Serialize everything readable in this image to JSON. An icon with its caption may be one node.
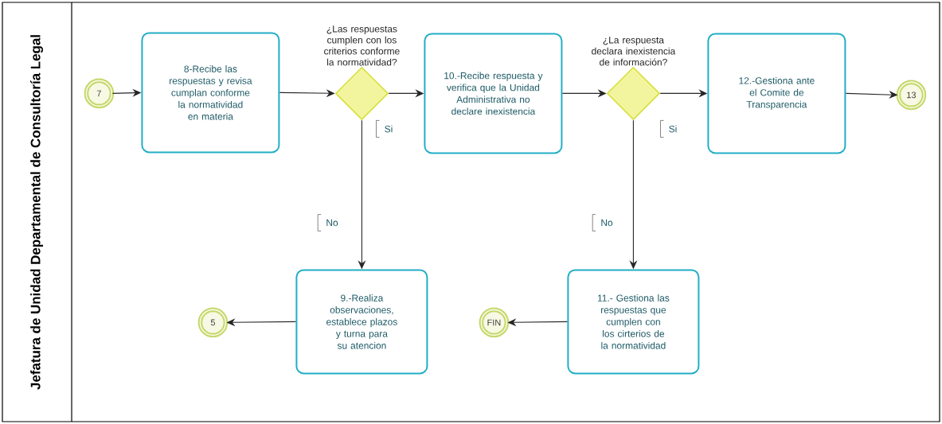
{
  "diagram": {
    "nodes": [
      {
        "text": [
          "Jefatura de Unidad Departamental de Consultoría Legal"
        ]
      },
      {
        "text": [
          "7"
        ],
        "in": 0
      },
      {
        "text": [
          "8-Recibe las respuestas y revisa cumplan conforme la normatividad en materia"
        ],
        "in": 0
      },
      {
        "text": [
          "¿Las respuestas cumplen con los criterios conforme la normatividad?"
        ],
        "in": 0
      },
      {
        "text": [
          "10.-Recibe respuesta y verifica que la Unidad Administrativa no declare inexistencia"
        ],
        "in": 0
      },
      {
        "text": [
          "¿La respuesta declara inexistencia de información?"
        ],
        "in": 0
      },
      {
        "text": [
          "12.-Gestiona ante el Comite de Transparencia"
        ],
        "in": 0
      },
      {
        "text": [
          "13"
        ],
        "in": 0
      },
      {
        "text": [
          "9.-Realiza observaciones, establece plazos y turna para su atencion"
        ],
        "in": 0
      },
      {
        "text": [
          "5"
        ],
        "in": 0
      },
      {
        "text": [
          "11.- Gestiona las respuestas que cumplen con los cirterios de la normatividad"
        ],
        "in": 0
      },
      {
        "text": [
          "FIN"
        ],
        "in": 0
      }
    ],
    "edges": [
      {
        "from": 1,
        "to": 2,
        "arrow": "to"
      },
      {
        "from": 2,
        "to": 3,
        "arrow": "to"
      },
      {
        "from": 3,
        "to": 4,
        "arrow": "to",
        "label": "Si"
      },
      {
        "from": 3,
        "to": 8,
        "arrow": "to",
        "label": "No"
      },
      {
        "from": 4,
        "to": 5,
        "arrow": "to"
      },
      {
        "from": 5,
        "to": 6,
        "arrow": "to",
        "label": "Si"
      },
      {
        "from": 5,
        "to": 10,
        "arrow": "to",
        "label": "No"
      },
      {
        "from": 6,
        "to": 7,
        "arrow": "to"
      },
      {
        "from": 8,
        "to": 9,
        "arrow": "to"
      },
      {
        "from": 10,
        "to": 11,
        "arrow": "to"
      }
    ]
  }
}
